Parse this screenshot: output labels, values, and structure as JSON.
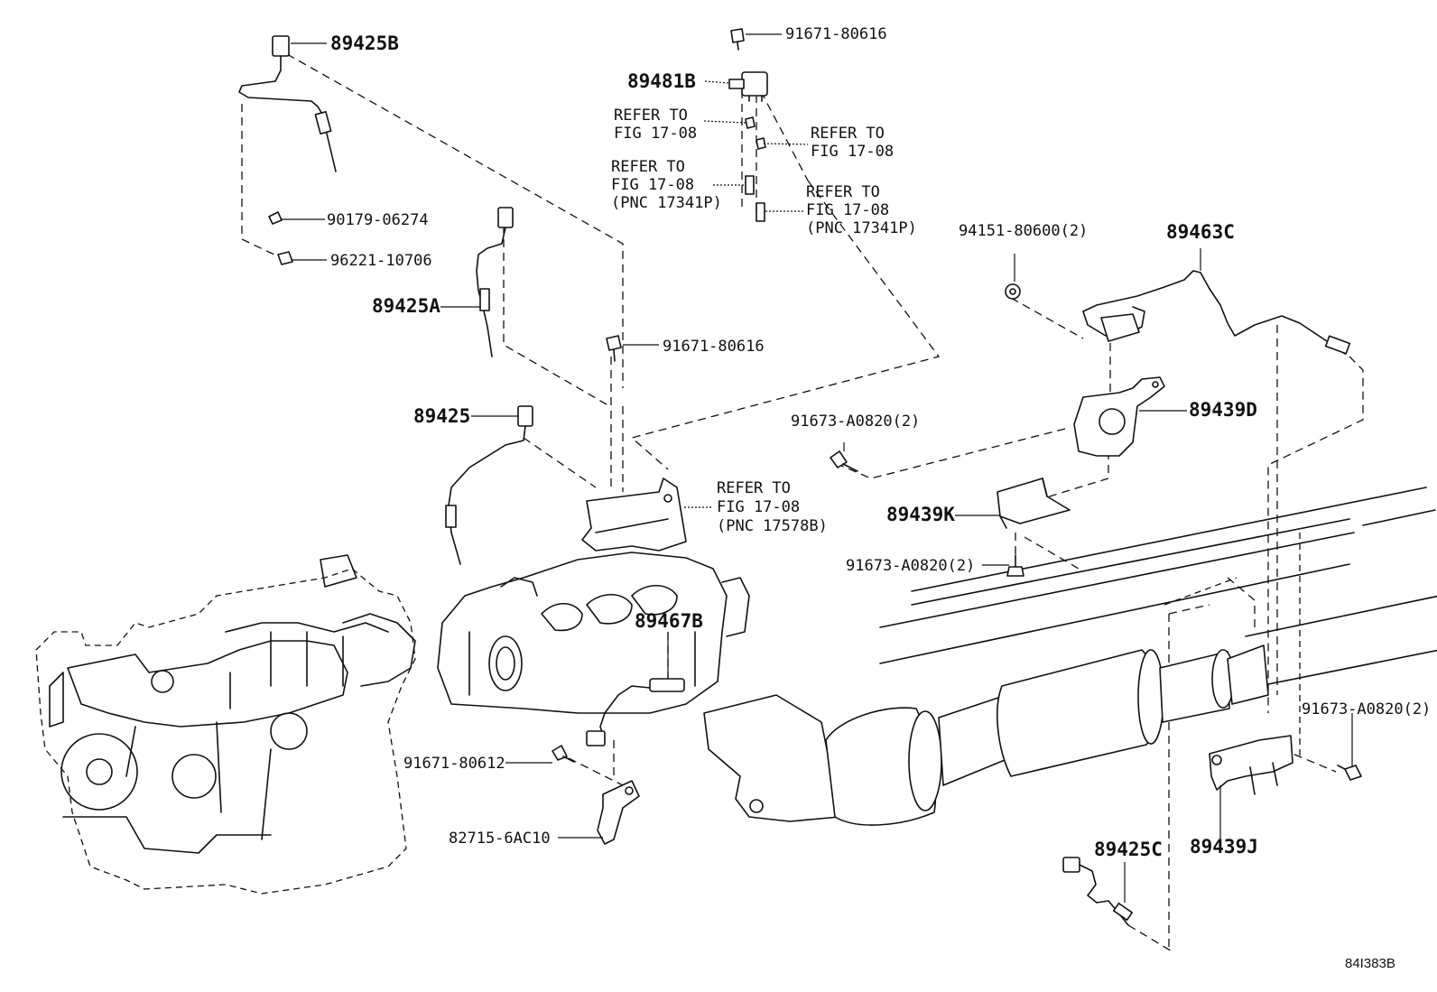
{
  "parts": {
    "p89425B": "89425B",
    "p91671_80616_top": "91671-80616",
    "p89481B": "89481B",
    "p90179_06274": "90179-06274",
    "p96221_10706": "96221-10706",
    "p89425A": "89425A",
    "p91671_80616_mid": "91671-80616",
    "p89425": "89425",
    "p94151_80600": "94151-80600(2)",
    "p89463C": "89463C",
    "p89439D": "89439D",
    "p91673_A0820_a": "91673-A0820(2)",
    "p89439K": "89439K",
    "p91673_A0820_b": "91673-A0820(2)",
    "p89467B": "89467B",
    "p91671_80612": "91671-80612",
    "p82715_6AC10": "82715-6AC10",
    "p91673_A0820_c": "91673-A0820(2)",
    "p89425C": "89425C",
    "p89439J": "89439J"
  },
  "refs": {
    "r1": {
      "line1": "REFER TO",
      "line2": "FIG 17-08"
    },
    "r2": {
      "line1": "REFER TO",
      "line2": "FIG 17-08"
    },
    "r3": {
      "line1": "REFER TO",
      "line2": "FIG 17-08",
      "line3": "(PNC 17341P)"
    },
    "r4": {
      "line1": "REFER TO",
      "line2": "FIG 17-08",
      "line3": "(PNC 17341P)"
    },
    "r5": {
      "line1": "REFER TO",
      "line2": "FIG 17-08",
      "line3": "(PNC 17578B)"
    }
  },
  "illustration_code": "84I383B"
}
